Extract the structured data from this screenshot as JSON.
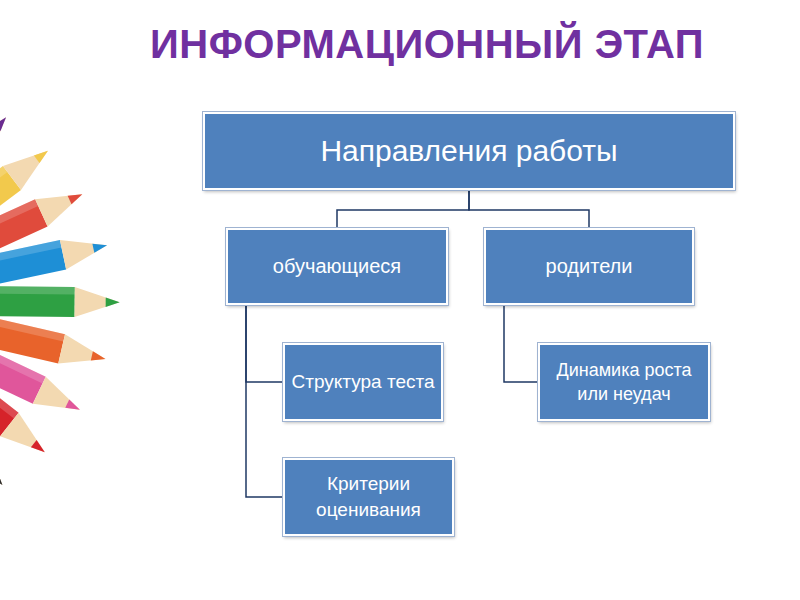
{
  "diagram": {
    "title": "ИНФОРМАЦИОННЫЙ ЭТАП",
    "nodes": [
      {
        "text": [
          "Направления работы"
        ]
      },
      {
        "text": [
          "обучающиеся"
        ]
      },
      {
        "text": [
          "родители"
        ]
      },
      {
        "text": [
          "Структура теста"
        ]
      },
      {
        "text": [
          "Критерии оценивания"
        ]
      },
      {
        "text": [
          "Динамика роста или неудач"
        ]
      }
    ],
    "edges": [
      {
        "from": 0,
        "to": 1,
        "arrow": "none"
      },
      {
        "from": 0,
        "to": 2,
        "arrow": "none"
      },
      {
        "from": 1,
        "to": 3,
        "arrow": "none"
      },
      {
        "from": 1,
        "to": 4,
        "arrow": "none"
      },
      {
        "from": 2,
        "to": 5,
        "arrow": "none"
      }
    ]
  }
}
